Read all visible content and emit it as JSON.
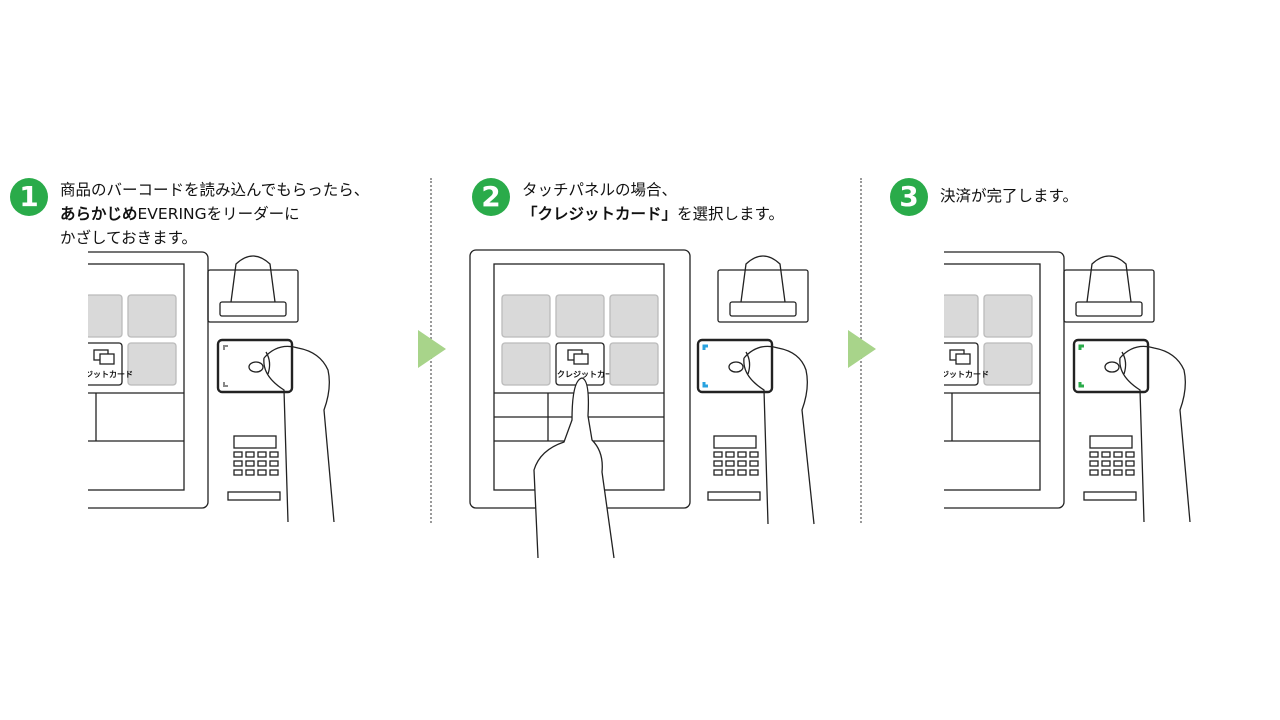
{
  "steps": [
    {
      "number": "1",
      "line1": "商品のバーコードを読み込んでもらったら、",
      "line2_bold": "あらかじめ",
      "line2_rest": "EVERINGをリーダーに",
      "line3": "かざしておきます。",
      "panel_button_label": "ジットカード"
    },
    {
      "number": "2",
      "line1": "タッチパネルの場合、",
      "line2_bold": "「クレジットカード」",
      "line2_rest": "を選択します。",
      "panel_button_label": "クレジットカード"
    },
    {
      "number": "3",
      "line1": "決済が完了します。",
      "panel_button_label": "ジットカード"
    }
  ],
  "colors": {
    "accent_green": "#2aab4a",
    "arrow_green": "#a8d48a",
    "reader_idle": "#888888",
    "reader_blue": "#29a3e0",
    "reader_green": "#2aab4a",
    "tile_gray": "#d9d9d9"
  }
}
